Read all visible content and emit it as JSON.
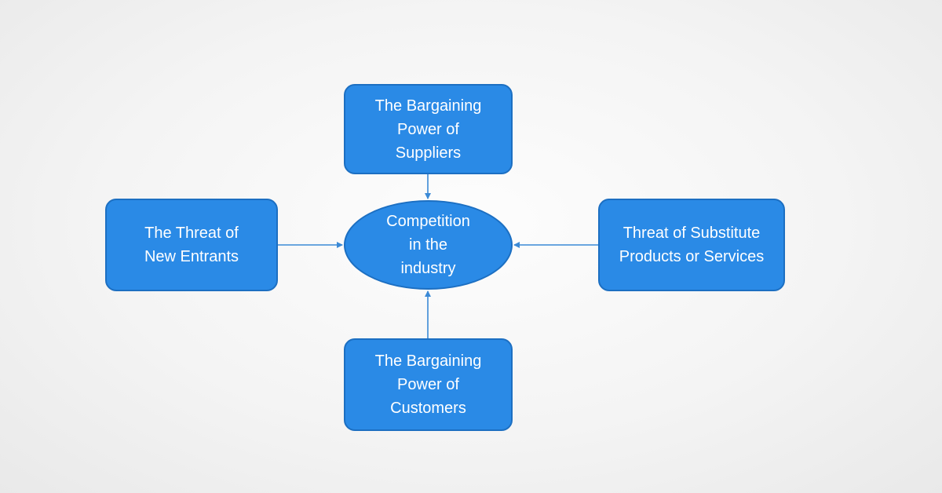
{
  "diagram": {
    "nodes": [
      {
        "id": "suppliers",
        "label": "The Bargaining\nPower of\nSuppliers"
      },
      {
        "id": "entrants",
        "label": "The Threat of\nNew Entrants"
      },
      {
        "id": "center",
        "label": "Competition\nin the\nindustry"
      },
      {
        "id": "substitutes",
        "label": "Threat of Substitute\nProducts or Services"
      },
      {
        "id": "customers",
        "label": "The Bargaining\nPower of\nCustomers"
      }
    ],
    "edges": [
      {
        "from": "suppliers",
        "to": "center"
      },
      {
        "from": "entrants",
        "to": "center"
      },
      {
        "from": "substitutes",
        "to": "center"
      },
      {
        "from": "customers",
        "to": "center"
      }
    ],
    "colors": {
      "node_fill": "#2a8ae6",
      "node_border": "#1c6fc2",
      "connector": "#3b8ad6",
      "text": "#ffffff"
    }
  }
}
